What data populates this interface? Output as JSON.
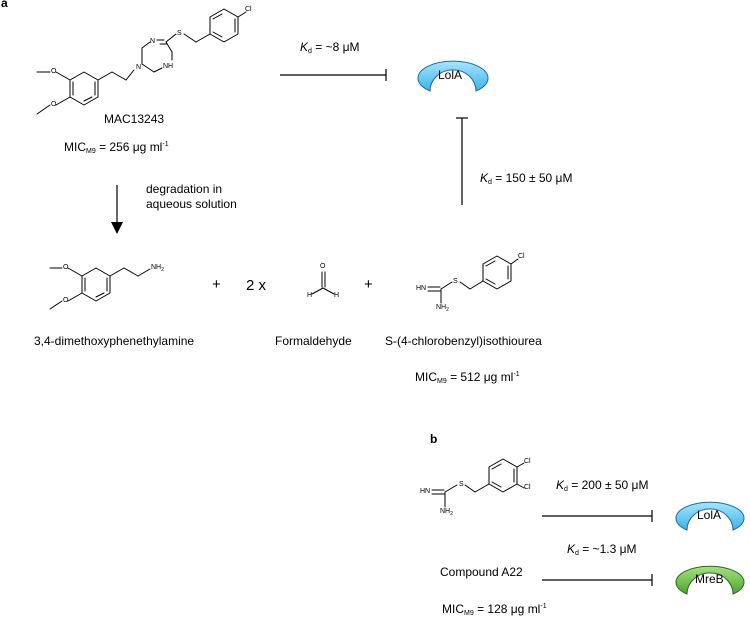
{
  "panel_a": {
    "label": "a",
    "mac_name": "MAC13243",
    "mac_mic": {
      "prefix": "MIC",
      "sub": "M9",
      "value": " = 256 μg ml",
      "sup": "-1"
    },
    "mac_kd": {
      "k": "K",
      "sub": "d",
      "value": " = ~8 μM"
    },
    "lola": "LolA",
    "iso_kd": {
      "k": "K",
      "sub": "d",
      "value": " = 150 ± 50 μM"
    },
    "degradation": [
      "degradation in",
      "aqueous solution"
    ],
    "plus": "+",
    "two_x": "2 x",
    "product1_name": "3,4-dimethoxyphenethylamine",
    "product2_name": "Formaldehyde",
    "product3_name": "S-(4-chlorobenzyl)isothiourea",
    "product3_mic": {
      "prefix": "MIC",
      "sub": "M9",
      "value": " = 512 μg ml",
      "sup": "-1"
    },
    "atoms": {
      "cl": "Cl",
      "s": "S",
      "n": "N",
      "nh": "NH",
      "o": "O",
      "nh2_main": "NH",
      "nh2_sub": "2",
      "hn": "HN",
      "h": "H"
    }
  },
  "panel_b": {
    "label": "b",
    "compound_name": "Compound A22",
    "compound_mic": {
      "prefix": "MIC",
      "sub": "M9",
      "value": " = 128 μg ml",
      "sup": "-1"
    },
    "lola_kd": {
      "k": "K",
      "sub": "d",
      "value": " = 200 ± 50 μM"
    },
    "mreb_kd": {
      "k": "K",
      "sub": "d",
      "value": " = ~1.3 μM"
    },
    "lola": "LolA",
    "mreb": "MreB"
  },
  "colors": {
    "lola_fill": "#5bc8f0",
    "lola_stroke": "#1a6fa8",
    "mreb_fill": "#6cc04a",
    "mreb_stroke": "#2d6b22"
  }
}
